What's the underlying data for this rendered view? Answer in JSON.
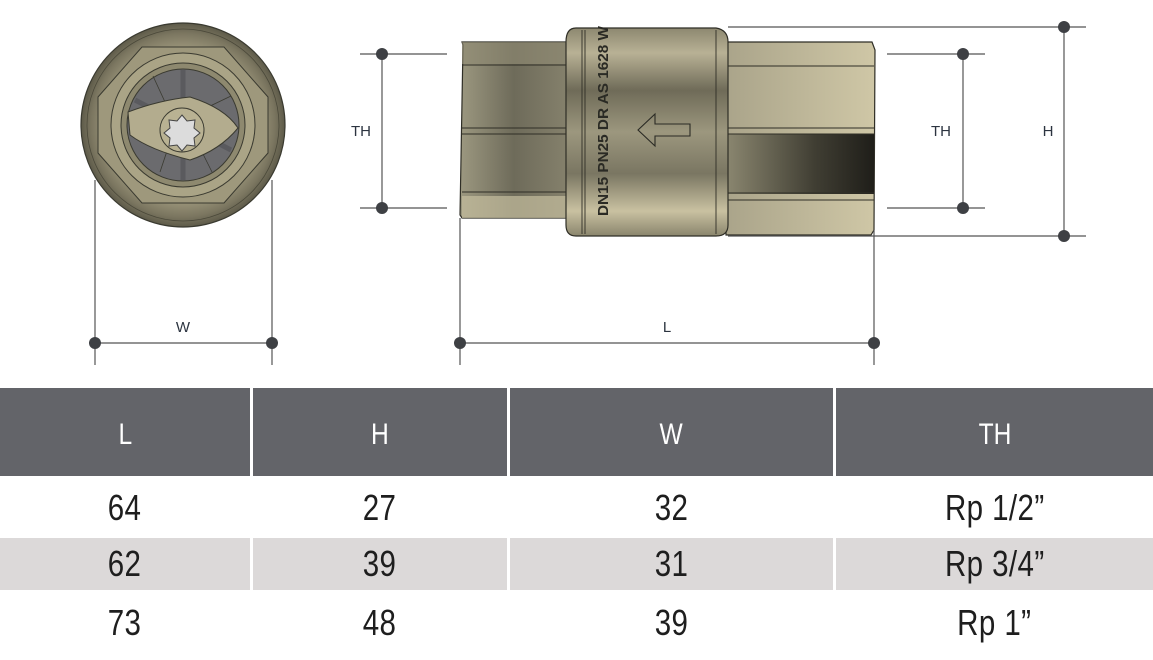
{
  "drawing": {
    "end_view": {
      "dimension_label": "W"
    },
    "side_view": {
      "body_marking": "DN15 PN25 DR AS 1628 W",
      "flow_direction": "left",
      "dimension_labels": {
        "thread_left": "TH",
        "thread_right": "TH",
        "height": "H",
        "length": "L"
      }
    }
  },
  "table": {
    "headers": [
      "L",
      "H",
      "W",
      "TH"
    ],
    "rows": [
      [
        "64",
        "27",
        "32",
        "Rp 1/2”"
      ],
      [
        "62",
        "39",
        "31",
        "Rp 3/4”"
      ],
      [
        "73",
        "48",
        "39",
        "Rp 1”"
      ]
    ]
  },
  "colors": {
    "header_bg": "#636469",
    "header_text": "#ffffff",
    "alt_row_bg": "#dcd9d9",
    "body_text": "#1e1e1e",
    "dimension_line": "#555555",
    "dimension_dot": "#3e4044",
    "brass_light": "#cfc6a4",
    "brass_dark": "#4a4839"
  }
}
